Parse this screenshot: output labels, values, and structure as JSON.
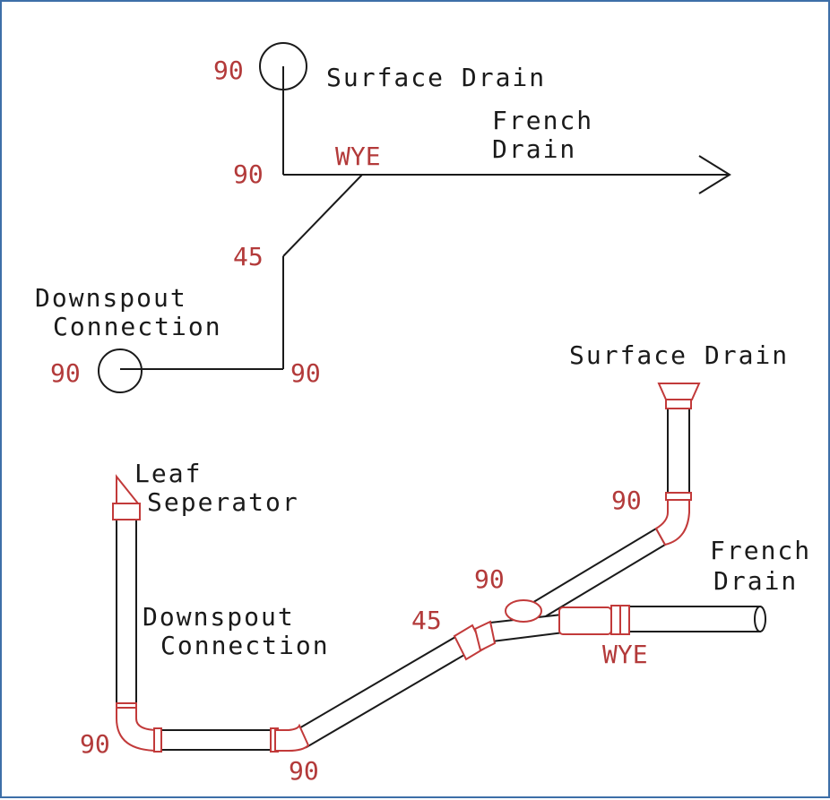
{
  "colors": {
    "ink": "#1a1a1a",
    "fitting": "#c23a3a",
    "label": "#b33a3a",
    "frame": "#3d6fa8"
  },
  "schematic": {
    "surface_drain_angle": "90",
    "surface_drain_label": "Surface Drain",
    "french_drain_label_1": "French",
    "french_drain_label_2": "Drain",
    "wye_label": "WYE",
    "junction_angle": "90",
    "forty_five": "45",
    "downspout_label_1": "Downspout",
    "downspout_label_2": "Connection",
    "downspout_angle": "90",
    "corner_angle": "90"
  },
  "isometric": {
    "surface_drain_label": "Surface Drain",
    "leaf_label_1": "Leaf",
    "leaf_label_2": "Seperator",
    "upper_elbow_angle": "90",
    "mid_elbow_angle": "90",
    "french_drain_label_1": "French",
    "french_drain_label_2": "Drain",
    "forty_five": "45",
    "wye_label": "WYE",
    "downspout_label_1": "Downspout",
    "downspout_label_2": "Connection",
    "left_elbow_angle": "90",
    "bottom_elbow_angle": "90"
  }
}
